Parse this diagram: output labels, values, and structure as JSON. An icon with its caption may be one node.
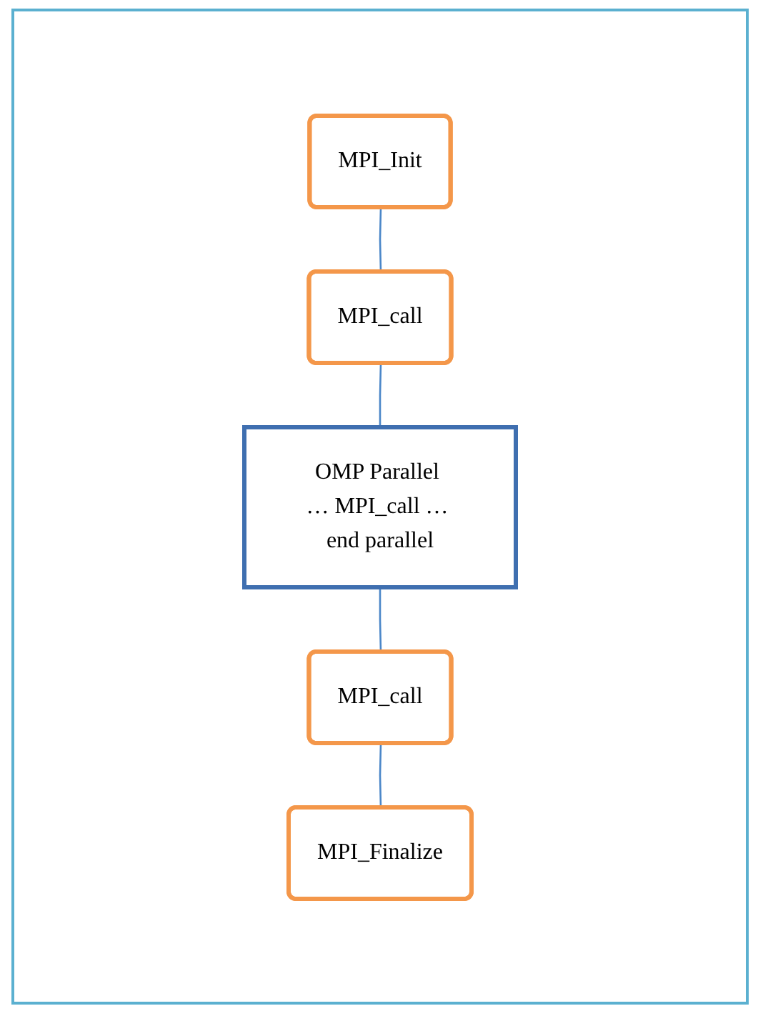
{
  "diagram": {
    "nodes": [
      {
        "text": [
          "MPI_Init"
        ]
      },
      {
        "text": [
          "MPI_call"
        ]
      },
      {
        "text": [
          "OMP Parallel … MPI_call … end parallel"
        ]
      },
      {
        "text": [
          "MPI_call"
        ]
      },
      {
        "text": [
          "MPI_Finalize"
        ]
      }
    ],
    "edges": [
      {
        "from": 0,
        "to": 1,
        "arrow": "none"
      },
      {
        "from": 1,
        "to": 2,
        "arrow": "none"
      },
      {
        "from": 2,
        "to": 3,
        "arrow": "none"
      },
      {
        "from": 3,
        "to": 4,
        "arrow": "none"
      }
    ]
  }
}
